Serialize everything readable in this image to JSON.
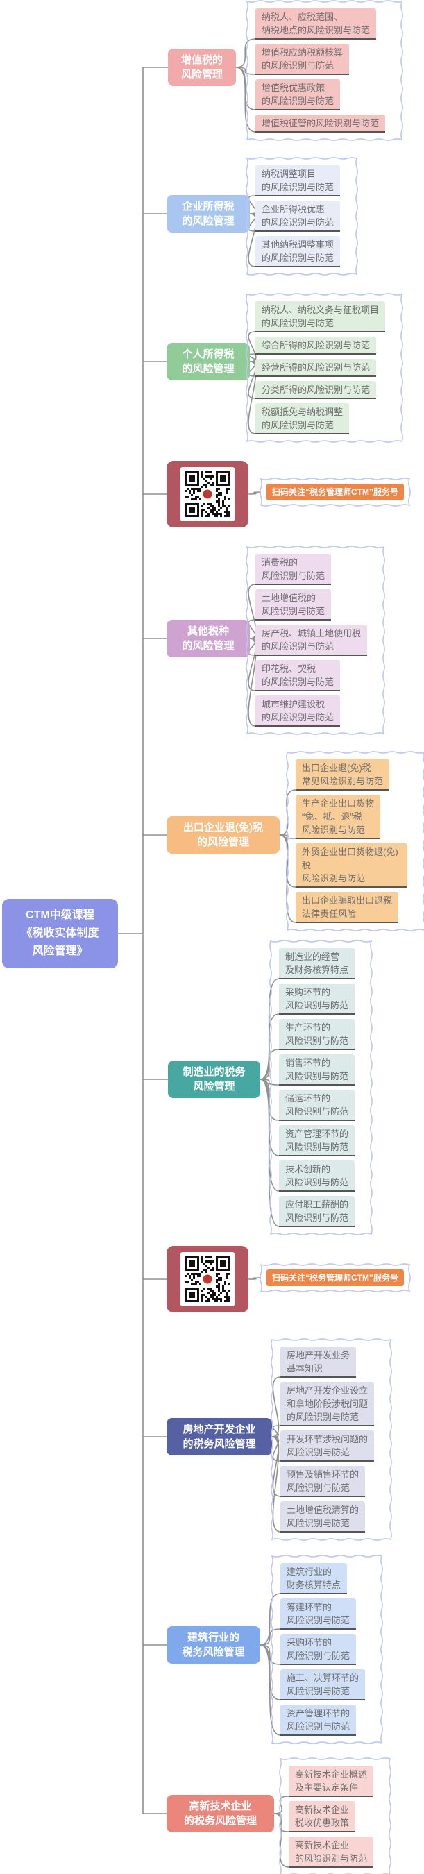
{
  "root": {
    "label": "CTM中级课程\n《税收实体制度\n风险管理》"
  },
  "branches": [
    {
      "label": "增值税的\n风险管理",
      "children": [
        "纳税人、应税范围、\n纳税地点的风险识别与防范",
        "增值税应纳税额核算\n的风险识别与防范",
        "增值税优惠政策\n的风险识别与防范",
        "增值税征管的风险识别与防范"
      ]
    },
    {
      "label": "企业所得税\n的风险管理",
      "children": [
        "纳税调整项目\n的风险识别与防范",
        "企业所得税优惠\n的风险识别与防范",
        "其他纳税调整事项\n的风险识别与防范"
      ]
    },
    {
      "label": "个人所得税\n的风险管理",
      "children": [
        "纳税人、纳税义务与征税项目\n的风险识别与防范",
        "综合所得的风险识别与防范",
        "经营所得的风险识别与防范",
        "分类所得的风险识别与防范",
        "税额抵免与纳税调整\n的风险识别与防范"
      ]
    },
    {
      "label": "其他税种\n的风险管理",
      "children": [
        "消费税的\n风险识别与防范",
        "土地增值税的\n风险识别与防范",
        "房产税、城镇土地使用税\n的风险识别与防范",
        "印花税、契税\n的风险识别与防范",
        "城市维护建设税\n的风险识别与防范"
      ]
    },
    {
      "label": "出口企业退(免)税\n的风险管理",
      "children": [
        "出口企业退(免)税\n常见风险识别与防范",
        "生产企业出口货物\n“免、抵、退”税\n风险识别与防范",
        "外贸企业出口货物退(免)税\n风险识别与防范",
        "出口企业骗取出口退税\n法律责任风险"
      ]
    },
    {
      "label": "制造业的税务\n风险管理",
      "children": [
        "制造业的经营\n及财务核算特点",
        "采购环节的\n风险识别与防范",
        "生产环节的\n风险识别与防范",
        "销售环节的\n风险识别与防范",
        "储运环节的\n风险识别与防范",
        "资产管理环节的\n风险识别与防范",
        "技术创新的\n风险识别与防范",
        "应付职工薪酬的\n风险识别与防范"
      ]
    },
    {
      "label": "房地产开发企业\n的税务风险管理",
      "children": [
        "房地产开发业务\n基本知识",
        "房地产开发企业设立\n和拿地阶段涉税问题\n的风险识别与防范",
        "开发环节涉税问题的\n风险识别与防范",
        "预售及销售环节的\n风险识别与防范",
        "土地增值税清算的\n风险识别与防范"
      ]
    },
    {
      "label": "建筑行业的\n税务风险管理",
      "children": [
        "建筑行业的\n财务核算特点",
        "筹建环节的\n风险识别与防范",
        "采购环节的\n风险识别与防范",
        "施工、决算环节的\n风险识别与防范",
        "资产管理环节的\n风险识别与防范"
      ]
    },
    {
      "label": "高新技术企业\n的税务风险管理",
      "children": [
        "高新技术企业概述\n及主要认定条件",
        "高新技术企业\n税收优惠政策",
        "高新技术企业\n的风险识别与防范"
      ]
    }
  ],
  "qr_nodes": [
    {
      "label": "扫码关注“税务管理师CTM”服务号"
    },
    {
      "label": "扫码关注“税务管理师CTM”服务号"
    }
  ],
  "colors": {
    "root_fill": "#8a93e6",
    "vat_fill": "#f2a9a9",
    "vat_child_fill": "#f6c3c3",
    "cit_fill": "#a9c6f0",
    "cit_child_fill": "#e8ecf9",
    "iit_fill": "#90cb98",
    "iit_child_fill": "#dfeede",
    "other_fill": "#cea3d1",
    "other_child_fill": "#eedbee",
    "export_fill": "#f6bc81",
    "export_child_fill": "#f9cd97",
    "mfg_fill": "#46a8a0",
    "mfg_child_fill": "#dcebe9",
    "estate_fill": "#5661a3",
    "estate_child_fill": "#dedfec",
    "constr_fill": "#7fa9eb",
    "constr_child_fill": "#cfdff7",
    "hitech_fill": "#ea867c",
    "hitech_child_fill": "#f8d5d2",
    "qr_box_fill": "#b2565f",
    "qr_label_fill": "#f08548",
    "qr_logo": "#c0392b",
    "line": "#909090",
    "wavy_border": "#bdc7f2",
    "child_text": "#6f6f6f",
    "child_underline": "#555555"
  }
}
